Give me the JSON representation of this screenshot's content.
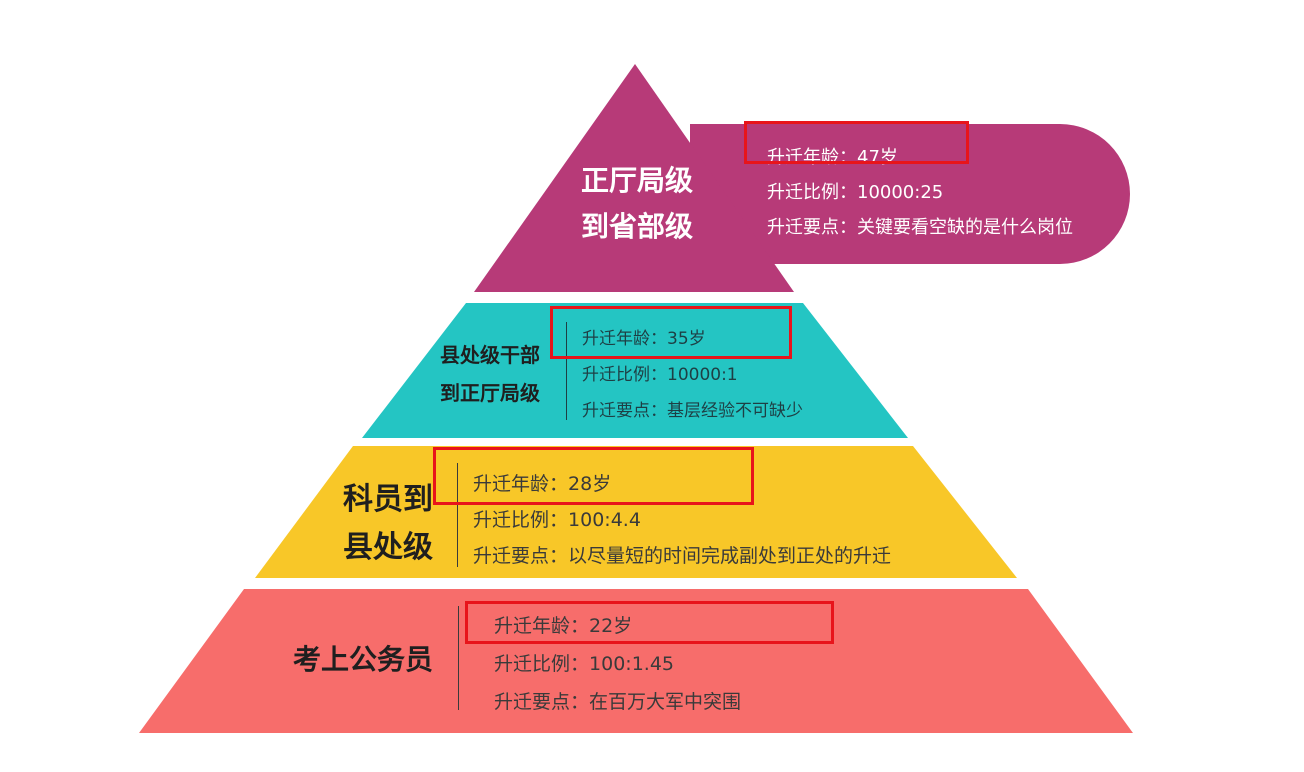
{
  "tiers": [
    {
      "id": "tier-1",
      "title_lines": [
        "正厅局级",
        "到省部级"
      ],
      "rows": [
        {
          "label": "升迁年龄",
          "value": "47岁",
          "highlighted": true
        },
        {
          "label": "升迁比例",
          "value": "10000:25",
          "highlighted": false
        },
        {
          "label": "升迁要点",
          "value": "关键要看空缺的是什么岗位",
          "highlighted": false
        }
      ],
      "color": "#b73a78",
      "text_color": "#ffffff"
    },
    {
      "id": "tier-2",
      "title_lines": [
        "县处级干部",
        "到正厅局级"
      ],
      "rows": [
        {
          "label": "升迁年龄",
          "value": "35岁",
          "highlighted": true
        },
        {
          "label": "升迁比例",
          "value": "10000:1",
          "highlighted": false
        },
        {
          "label": "升迁要点",
          "value": "基层经验不可缺少",
          "highlighted": false
        }
      ],
      "color": "#24c5c3",
      "text_color": "#1e3f44"
    },
    {
      "id": "tier-3",
      "title_lines": [
        "科员到",
        "县处级"
      ],
      "rows": [
        {
          "label": "升迁年龄",
          "value": "28岁",
          "highlighted": true
        },
        {
          "label": "升迁比例",
          "value": "100:4.4",
          "highlighted": false
        },
        {
          "label": "升迁要点",
          "value": "以尽量短的时间完成副处到正处的升迁",
          "highlighted": false
        }
      ],
      "color": "#f8c728",
      "text_color": "#3a3a3a"
    },
    {
      "id": "tier-4",
      "title_lines": [
        "考上公务员"
      ],
      "rows": [
        {
          "label": "升迁年龄",
          "value": "22岁",
          "highlighted": true
        },
        {
          "label": "升迁比例",
          "value": "100:1.45",
          "highlighted": false
        },
        {
          "label": "升迁要点",
          "value": "在百万大军中突围",
          "highlighted": false
        }
      ],
      "color": "#f76d6b",
      "text_color": "#3a3a3a"
    }
  ],
  "separator": "：",
  "highlight_color": "#e8141b"
}
